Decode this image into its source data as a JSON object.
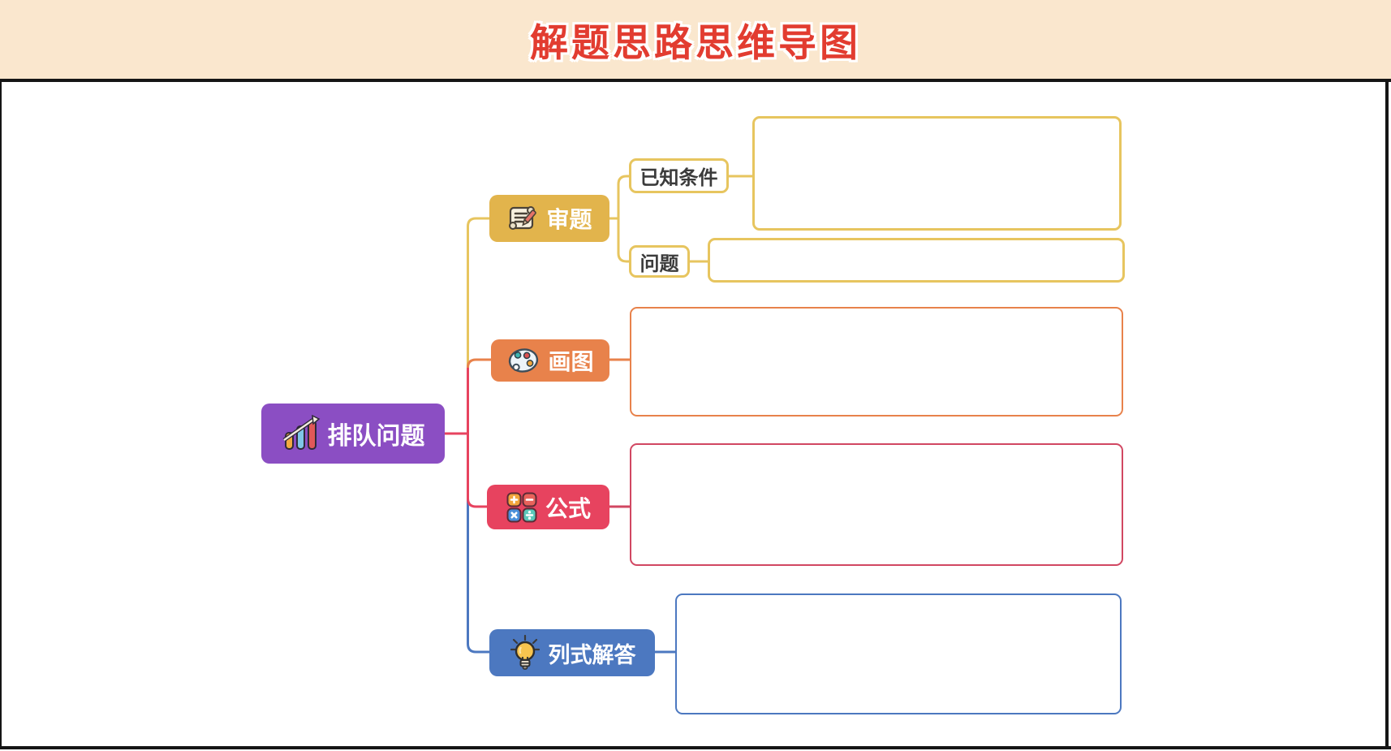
{
  "header": {
    "title": "解题思路思维导图"
  },
  "mindmap": {
    "root": {
      "label": "排队问题",
      "icon": "bar-chart-icon",
      "color": "#8B4EC3"
    },
    "branches": [
      {
        "label": "审题",
        "icon": "scroll-pencil-icon",
        "color": "#E2B44C",
        "line_color": "#E7C55F",
        "children": [
          {
            "label": "已知条件",
            "empty_box": true
          },
          {
            "label": "问题",
            "empty_box": true
          }
        ]
      },
      {
        "label": "画图",
        "icon": "palette-icon",
        "color": "#E8824B",
        "empty_box": true
      },
      {
        "label": "公式",
        "icon": "math-operations-icon",
        "color": "#E7435F",
        "box_border_color": "#D14762",
        "empty_box": true
      },
      {
        "label": "列式解答",
        "icon": "light-bulb-icon",
        "color": "#4C78C0",
        "empty_box": true
      }
    ]
  },
  "colors": {
    "header_background": "#FAE7CE",
    "title_text": "#E23C30",
    "frame": "#151515",
    "root_connector": "#E7435F"
  }
}
